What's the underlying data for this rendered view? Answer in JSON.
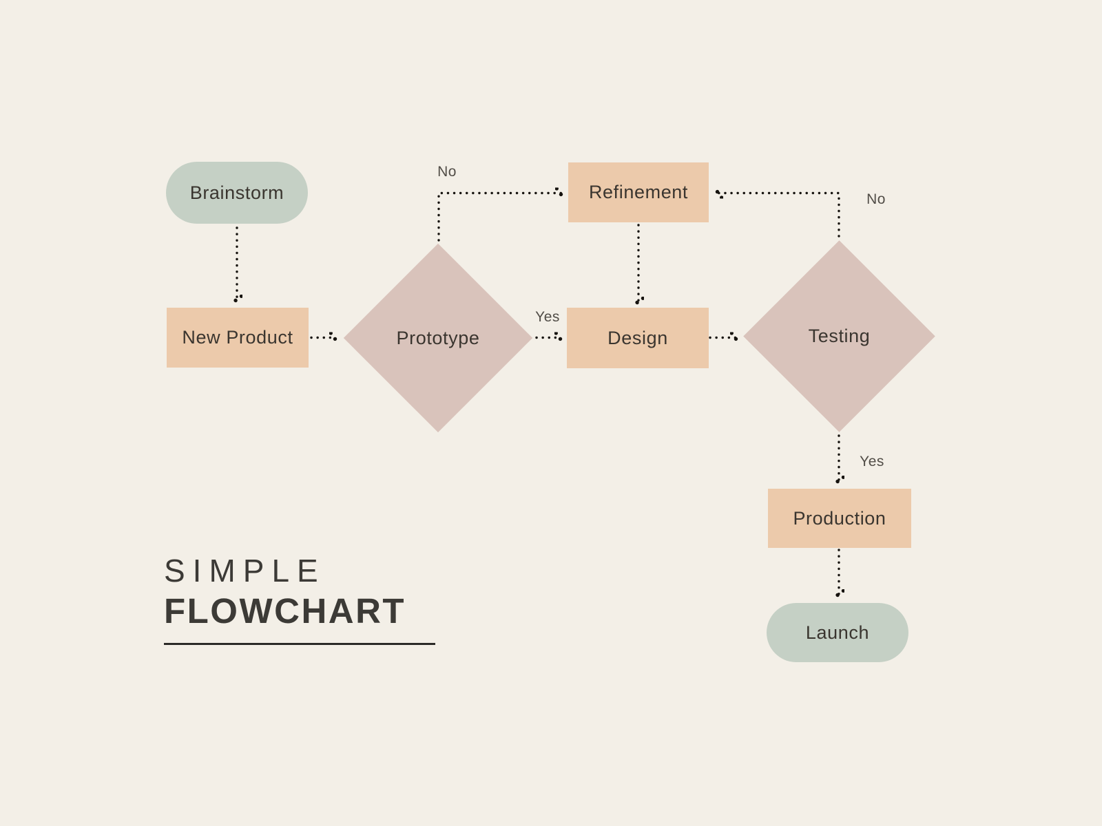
{
  "title": {
    "line1": "SIMPLE",
    "line2": "FLOWCHART"
  },
  "nodes": {
    "brainstorm": {
      "label": "Brainstorm",
      "type": "terminator"
    },
    "new_product": {
      "label": "New Product",
      "type": "process"
    },
    "prototype": {
      "label": "Prototype",
      "type": "decision"
    },
    "refinement": {
      "label": "Refinement",
      "type": "process"
    },
    "design": {
      "label": "Design",
      "type": "process"
    },
    "testing": {
      "label": "Testing",
      "type": "decision"
    },
    "production": {
      "label": "Production",
      "type": "process"
    },
    "launch": {
      "label": "Launch",
      "type": "terminator"
    }
  },
  "edge_labels": {
    "prototype_no": "No",
    "prototype_yes": "Yes",
    "testing_no": "No",
    "testing_yes": "Yes"
  },
  "colors": {
    "background": "#f3efe7",
    "terminator": "#c5d0c5",
    "process": "#eccaab",
    "decision": "#d9c3bb",
    "node_text": "#3a352f",
    "edge_label_text": "#514d47",
    "title_text": "#3c3a36",
    "underline": "#2b2a27",
    "connector": "#16130f"
  }
}
